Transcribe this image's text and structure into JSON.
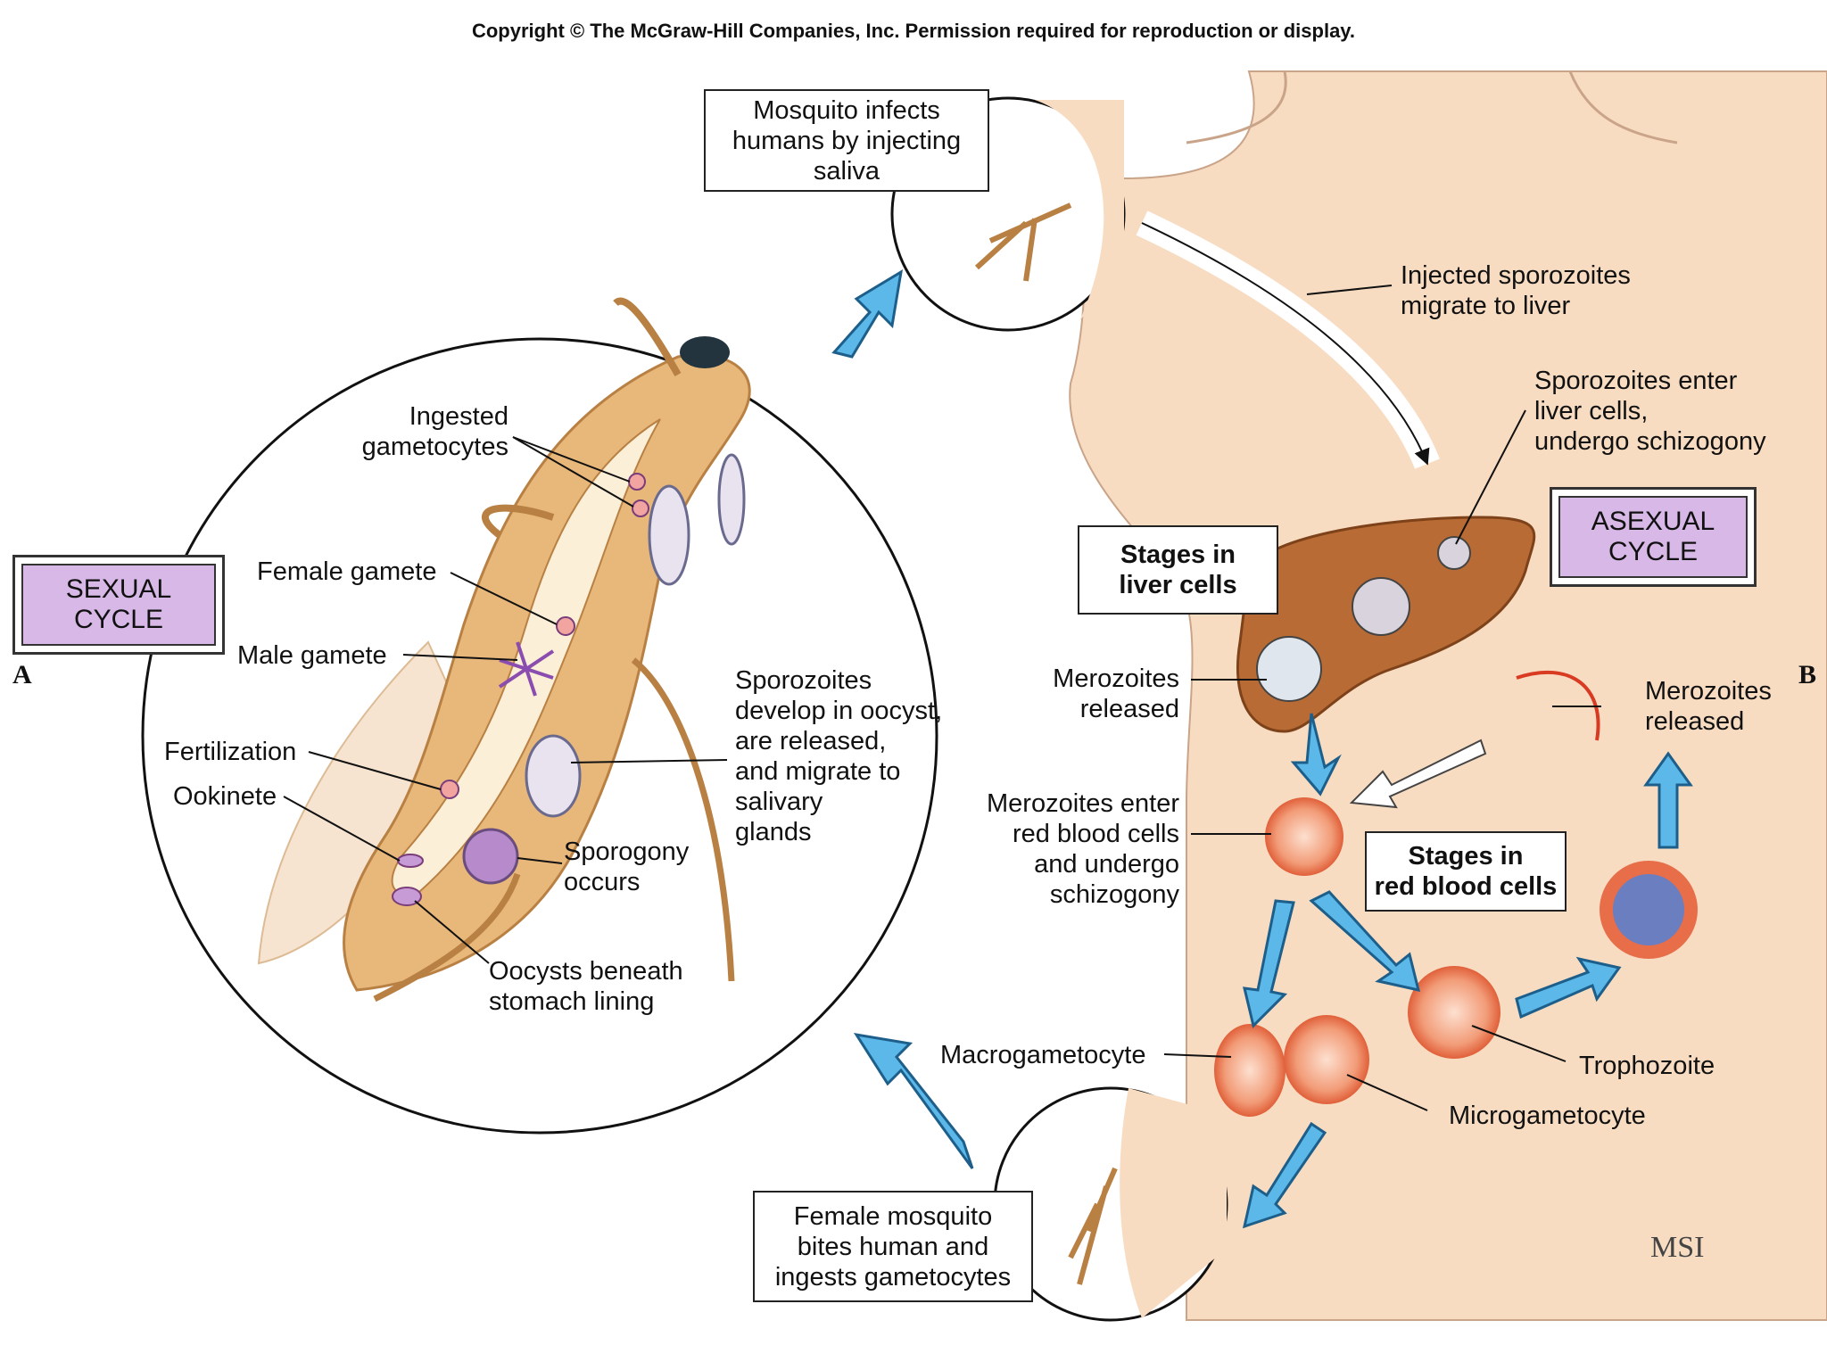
{
  "copyright": "Copyright © The McGraw-Hill Companies, Inc. Permission required for reproduction or display.",
  "panel_letters": {
    "a": "A",
    "b": "B"
  },
  "cycles": {
    "sexual": "SEXUAL\nCYCLE",
    "asexual": "ASEXUAL\nCYCLE"
  },
  "boxes": {
    "mosquito_infects": "Mosquito infects\nhumans by injecting\nsaliva",
    "female_mosquito": "Female mosquito\nbites human and\ningests gametocytes",
    "stages_liver": "Stages in\nliver cells",
    "stages_rbc": "Stages in\nred blood cells"
  },
  "labels": {
    "ingested_gametocytes": "Ingested\ngametocytes",
    "female_gamete": "Female gamete",
    "male_gamete": "Male gamete",
    "fertilization": "Fertilization",
    "ookinete": "Ookinete",
    "sporozoites_develop": "Sporozoites\ndevelop in oocyst,\nare released,\nand migrate to\nsalivary\nglands",
    "sporogony": "Sporogony\noccurs",
    "oocysts": "Oocysts beneath\nstomach lining",
    "injected_sporozoites": "Injected sporozoites\nmigrate to liver",
    "sporozoites_enter": "Sporozoites enter\nliver cells,\nundergo schizogony",
    "merozoites_released_liver": "Merozoites\nreleased",
    "merozoites_released_rbc": "Merozoites\nreleased",
    "merozoites_enter": "Merozoites enter\nred blood cells\nand undergo\nschizogony",
    "macrogametocyte": "Macrogametocyte",
    "microgametocyte": "Microgametocyte",
    "trophozoite": "Trophozoite"
  },
  "signature": "MSI",
  "colors": {
    "arrow_blue": "#5bb8e8",
    "skin": "#f7dcc0",
    "mosquito_body": "#e8b77a",
    "liver": "#b86b34",
    "rbc": "#f08a5d",
    "cycle_box": "#d7b8e6"
  }
}
